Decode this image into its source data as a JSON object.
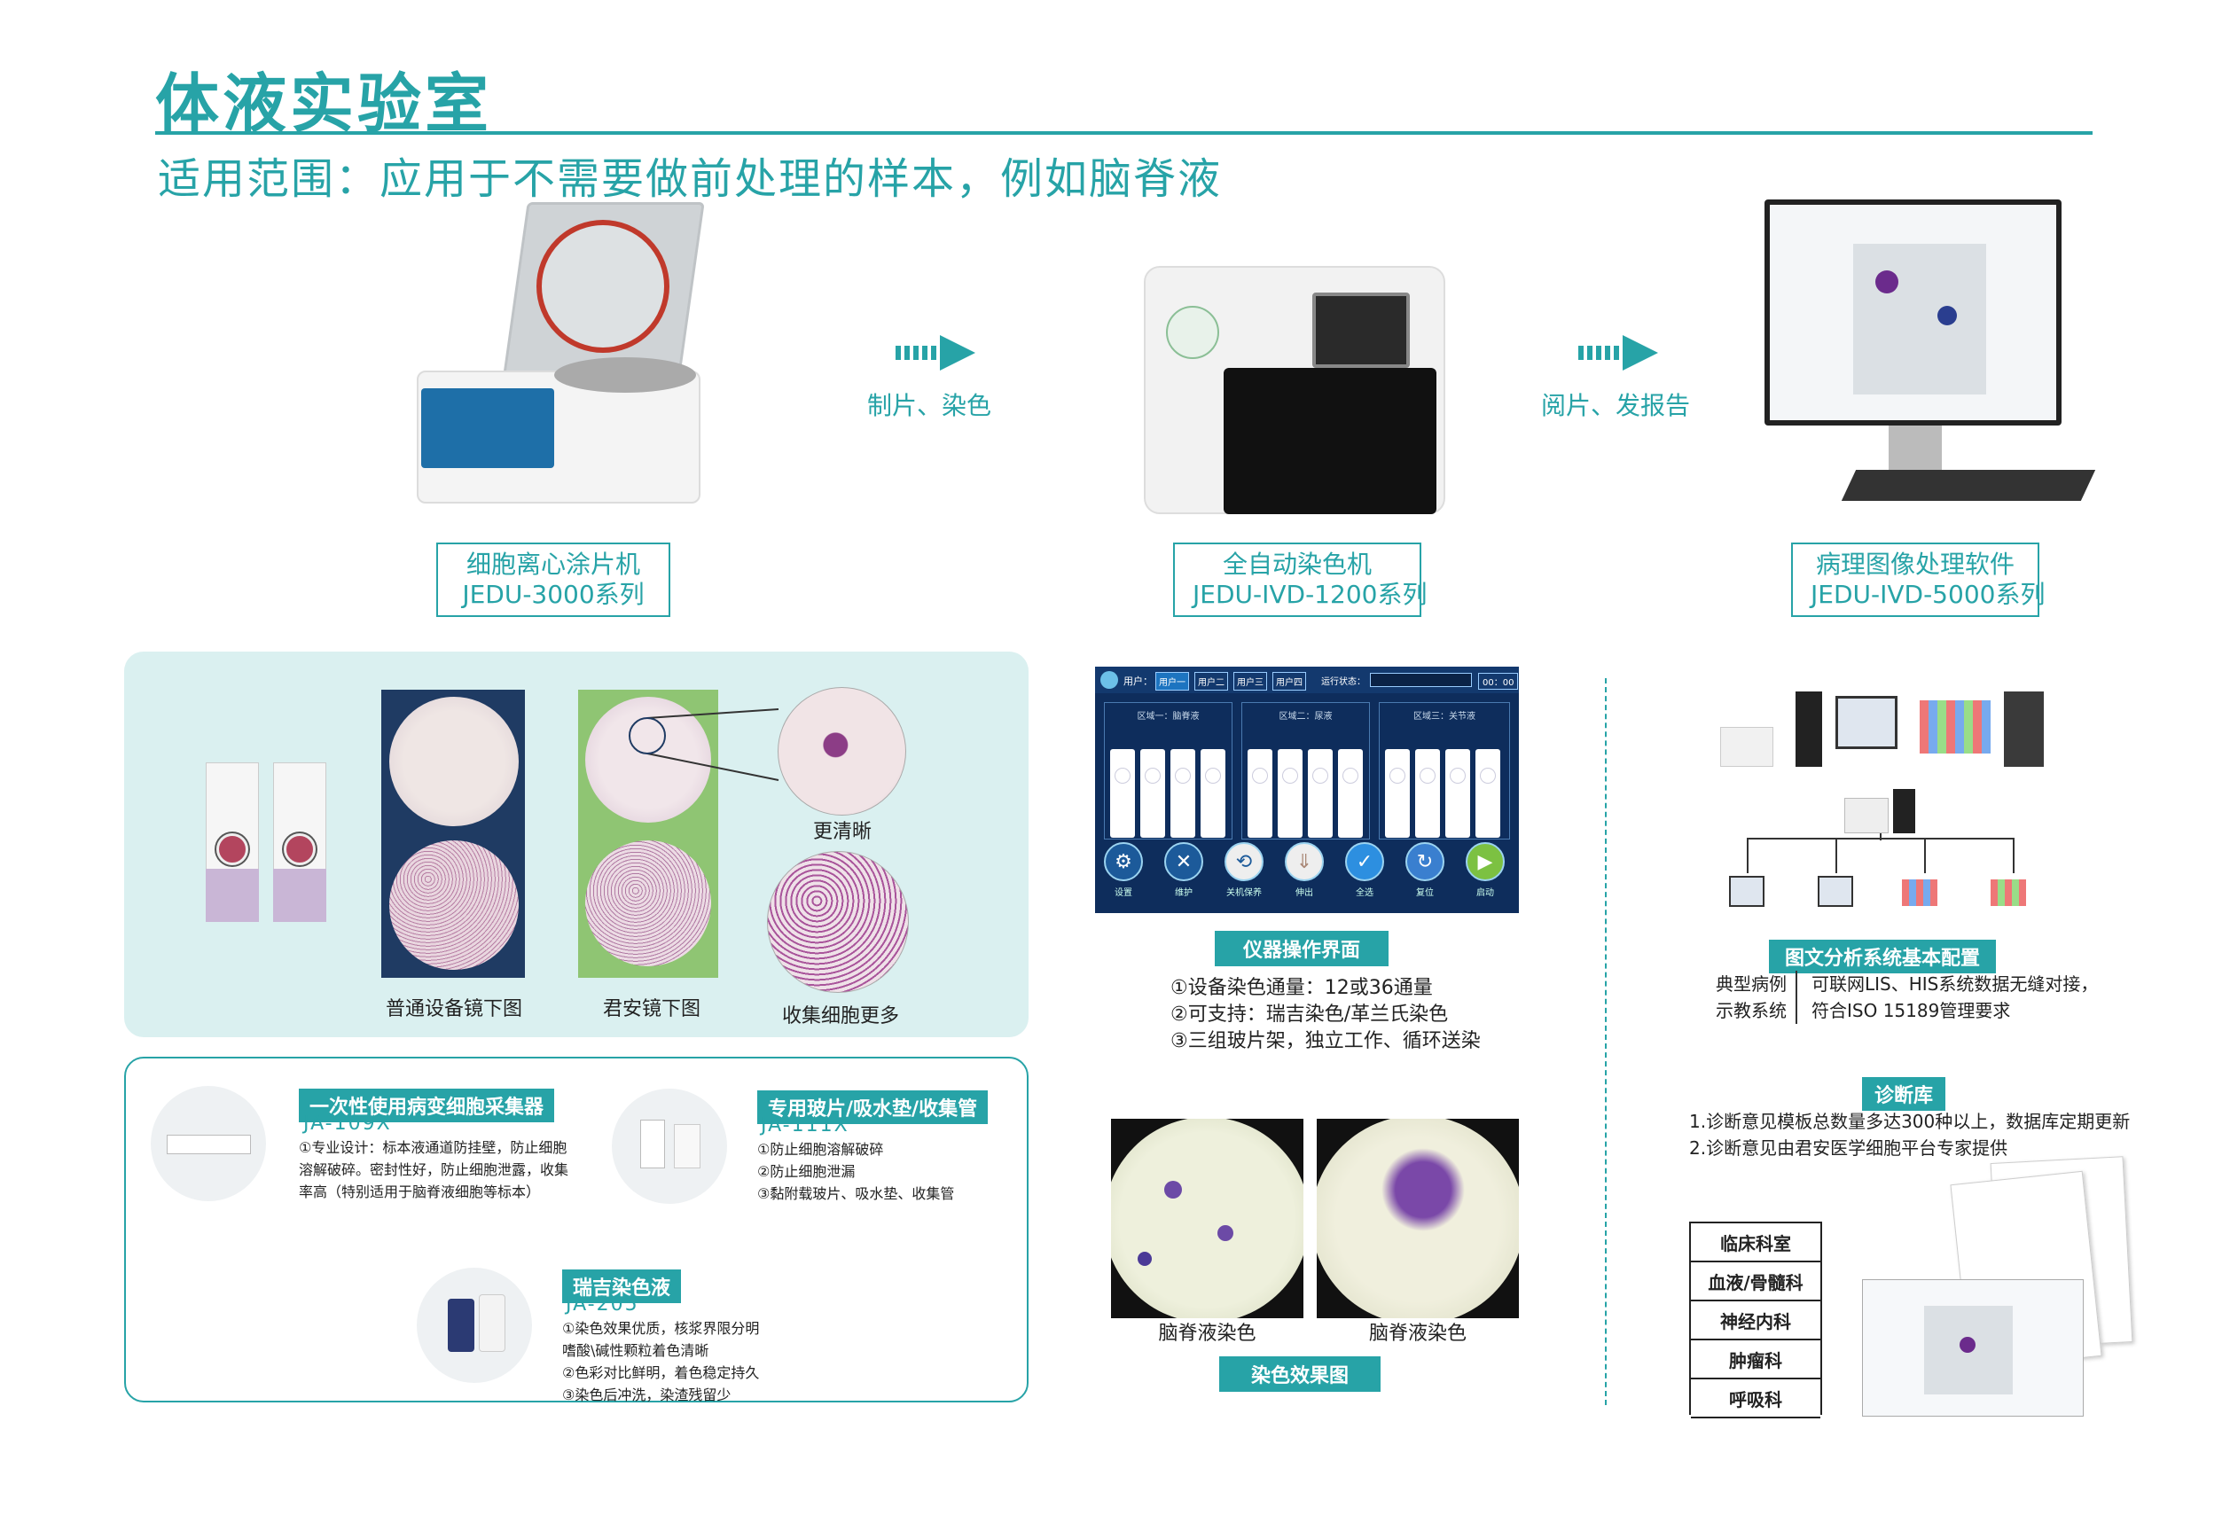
{
  "header": {
    "title": "体液实验室",
    "subtitle": "适用范围：应用于不需要做前处理的样本，例如脑脊液"
  },
  "workflow": {
    "devices": [
      {
        "name": "细胞离心涂片机",
        "model": "JEDU-3000系列"
      },
      {
        "name": "全自动染色机",
        "model": "JEDU-IVD-1200系列"
      },
      {
        "name": "病理图像处理软件",
        "model": "JEDU-IVD-5000系列"
      }
    ],
    "arrows": [
      "制片、染色",
      "阅片、发报告"
    ]
  },
  "comparison": {
    "left_caption": "普通设备镜下图",
    "mid_caption": "君安镜下图",
    "zoom_top": "更清晰",
    "zoom_bottom": "收集细胞更多"
  },
  "consumables": [
    {
      "title": "一次性使用病变细胞采集器",
      "code": "JA-109X",
      "lines": [
        "①专业设计：标本液通道防挂壁，防止细胞",
        "溶解破碎。密封性好，防止细胞泄露，收集",
        "率高（特别适用于脑脊液细胞等标本）"
      ]
    },
    {
      "title": "专用玻片/吸水垫/收集管",
      "code": "JA-111X",
      "lines": [
        "①防止细胞溶解破碎",
        "②防止细胞泄漏",
        "③黏附载玻片、吸水垫、收集管"
      ]
    },
    {
      "title": "瑞吉染色液",
      "code": "JA-205",
      "lines": [
        "①染色效果优质，核浆界限分明",
        "嗜酸\\碱性颗粒着色清晰",
        "②色彩对比鲜明，着色稳定持久",
        "③染色后冲洗，染渣残留少"
      ]
    }
  ],
  "instrument_ui": {
    "topbar": {
      "user_label": "用户：",
      "users": [
        "用户一",
        "用户二",
        "用户三",
        "用户四"
      ],
      "status_label": "运行状态：",
      "time": "00：00"
    },
    "zones": [
      "区域一：脑脊液",
      "区域二：尿液",
      "区域三：关节液"
    ],
    "buttons": [
      "设置",
      "维护",
      "关机保养",
      "伸出",
      "全选",
      "复位",
      "启动"
    ]
  },
  "instrument_section": {
    "badge": "仪器操作界面",
    "lines": [
      "①设备染色通量：12或36通量",
      "②可支持：瑞吉染色/革兰氏染色",
      "③三组玻片架，独立工作、循环送染"
    ]
  },
  "stain_section": {
    "captions": [
      "脑脊液染色",
      "脑脊液染色"
    ],
    "badge": "染色效果图"
  },
  "analysis_system": {
    "badge": "图文分析系统基本配置",
    "left_text": [
      "典型病例",
      "示教系统"
    ],
    "right_text": [
      "可联网LIS、HIS系统数据无缝对接，",
      "符合ISO 15189管理要求"
    ]
  },
  "diagnosis": {
    "badge": "诊断库",
    "lines": [
      "1.诊断意见模板总数量多达300种以上，数据库定期更新",
      "2.诊断意见由君安医学细胞平台专家提供"
    ],
    "departments": [
      "临床科室",
      "血液/骨髓科",
      "神经内科",
      "肿瘤科",
      "呼吸科"
    ]
  },
  "colors": {
    "accent": "#27a3a7",
    "panel_bg": "#daf0f0",
    "ui_bg": "#0e2d5c"
  }
}
